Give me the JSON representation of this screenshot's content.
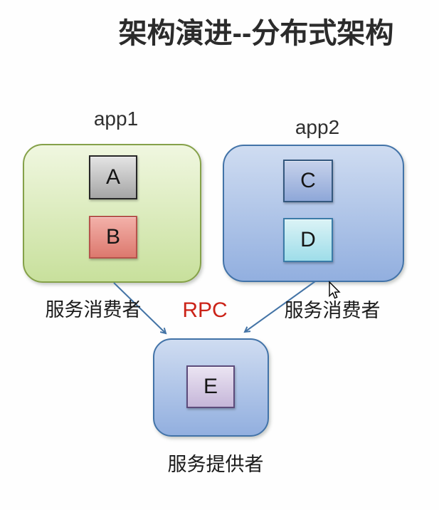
{
  "title": "架构演进--分布式架构",
  "app1": {
    "label": "app1",
    "components": [
      "A",
      "B"
    ],
    "role_label": "服务消费者"
  },
  "app2": {
    "label": "app2",
    "components": [
      "C",
      "D"
    ],
    "role_label": "服务消费者"
  },
  "provider": {
    "components": [
      "E"
    ],
    "role_label": "服务提供者"
  },
  "rpc_label": "RPC",
  "connections": [
    {
      "from": "app1",
      "to": "provider",
      "label": "服务消费者"
    },
    {
      "from": "app2",
      "to": "provider",
      "label": "服务消费者"
    }
  ],
  "icons": {
    "cursor": "mouse-pointer-arrow"
  },
  "colors": {
    "title-text": "#2b2b2b",
    "body-text": "#1a1a1a",
    "rpc-red": "#cb2318",
    "arrow-blue": "#4474a6",
    "app1-fill-top": "#f0f7e0",
    "app1-fill-bottom": "#c8e09c",
    "app1-border": "#85a149",
    "blue-fill-top": "#cfdcf1",
    "blue-fill-bottom": "#92afdf",
    "blue-border": "#4273a8",
    "comp-a-top": "#e4e4e4",
    "comp-a-bottom": "#a5a5a5",
    "comp-a-border": "#262626",
    "comp-b-top": "#f3b1a9",
    "comp-b-bottom": "#dc796e",
    "comp-b-border": "#b6534c",
    "comp-c-top": "#c7d2eb",
    "comp-c-bottom": "#8ea7d8",
    "comp-c-border": "#34587e",
    "comp-d-top": "#dbf3f6",
    "comp-d-bottom": "#9edde9",
    "comp-d-border": "#3a7ba7",
    "comp-e-top": "#ebe4f2",
    "comp-e-bottom": "#c5b6d9",
    "comp-e-border": "#5c4b7b"
  }
}
